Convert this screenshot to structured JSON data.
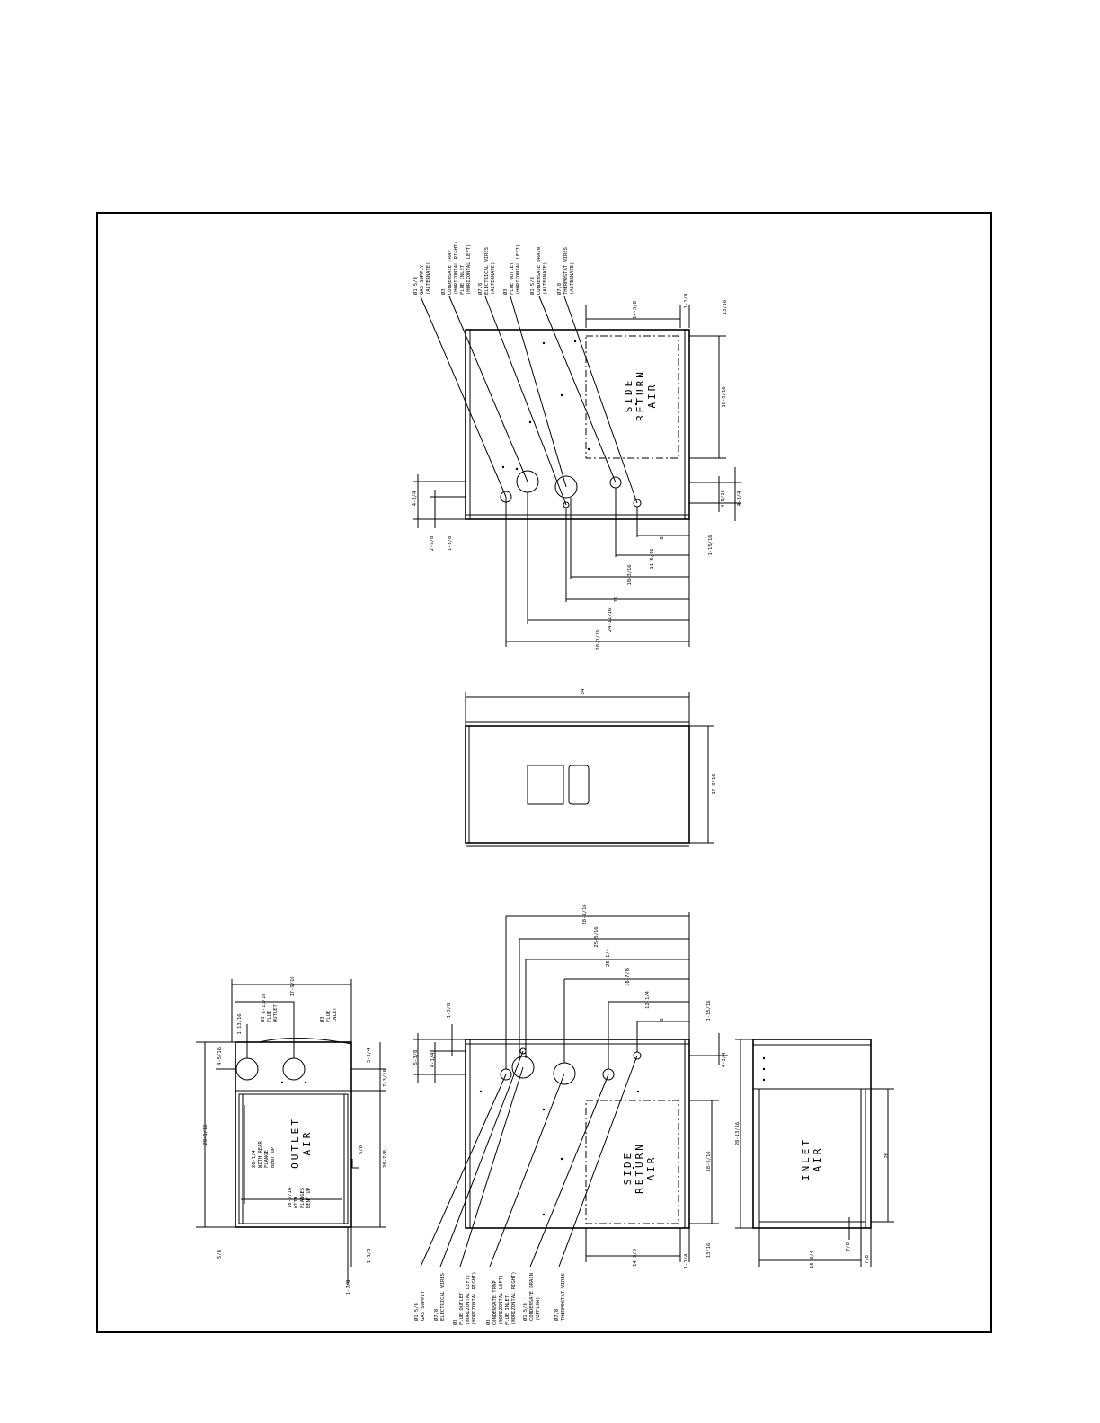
{
  "views": {
    "top_side": {
      "panel_label": [
        "SIDE",
        "RETURN",
        "AIR"
      ],
      "callouts": [
        [
          "Ø1-5/8",
          "GAS SUPPLY",
          "(ALTERNATE)"
        ],
        [
          "Ø3",
          "CONDENSATE TRAP",
          "(HORIZONTAL RIGHT)",
          "FLUE INLET",
          "(HORIZONTAL LEFT)"
        ],
        [
          "Ø7/8",
          "ELECTRICAL WIRES",
          "(ALTERNATE)"
        ],
        [
          "Ø3",
          "FLUE OUTLET",
          "(HORIZONTAL LEFT)"
        ],
        [
          "Ø1-5/8",
          "CONDENSATE DRAIN",
          "(ALTERNATE)"
        ],
        [
          "Ø7/8",
          "THERMOSTAT WIRES",
          "(ALTERNATE)"
        ]
      ],
      "dims": {
        "d1": "14-3/8",
        "d2": "1-1/4",
        "d3": "13/16",
        "d4": "18-5/16",
        "d5": "4-3/4",
        "d6": "2-5/8",
        "d7": "1-3/8",
        "d8": "4-5/16",
        "d9": "4-3/4",
        "d10": "1-15/16",
        "d11": "8",
        "d12": "11-5/16",
        "d13": "18-3/16",
        "d14": "19",
        "d15": "24-11/16",
        "d16": "28-1/16"
      }
    },
    "middle": {
      "dims": {
        "width": "34",
        "height": "17-9/16"
      }
    },
    "outlet": {
      "panel_label": [
        "OUTLET",
        "AIR"
      ],
      "callouts": [
        [
          "Ø3",
          "FLUE",
          "OUTLET"
        ],
        [
          "Ø3",
          "FLUE",
          "INLET"
        ]
      ],
      "notes": [
        [
          "20-1/4",
          "WITH REAR",
          "FLANGE",
          "BENT UP"
        ],
        [
          "18-3/16",
          "WITH",
          "FLANGES",
          "BENT UP"
        ]
      ],
      "dims": {
        "d1": "17-9/16",
        "d2": "8-13/16",
        "d3": "1-13/16",
        "d4": "4-5/16",
        "d5": "3-3/4",
        "d6": "7-3/16",
        "d7": "28-1/16",
        "d8": "20-7/8",
        "d9": "5/8",
        "d10": "5/8",
        "d11": "1-1/8",
        "d12": "1-7/8"
      }
    },
    "bottom_side": {
      "panel_label": [
        "SIDE",
        "RETURN",
        "AIR"
      ],
      "callouts": [
        [
          "Ø1-5/8",
          "GAS SUPPLY"
        ],
        [
          "Ø7/8",
          "ELECTRICAL WIRES"
        ],
        [
          "Ø3",
          "FLUE OUTLET",
          "(HORIZONTAL LEFT)",
          "(HORIZONTAL RIGHT)"
        ],
        [
          "Ø3",
          "CONDENSATE TRAP",
          "(HORIZONTAL LEFT)",
          "FLUE INLET",
          "(HORIZONTAL RIGHT)"
        ],
        [
          "Ø1-5/8",
          "CONDENSATE DRAIN",
          "(UPFLOW)"
        ],
        [
          "Ø7/8",
          "THERMOSTAT WIRES"
        ]
      ],
      "dims": {
        "d1": "28-1/16",
        "d2": "25-5/16",
        "d3": "25-1/4",
        "d4": "18-7/8",
        "d5": "12-1/4",
        "d6": "8",
        "d7": "1-15/16",
        "d8": "1-3/8",
        "d9": "5-3/8",
        "d10": "4-1/4",
        "d11": "4-3/4",
        "d12": "18-5/16",
        "d13": "14-3/8",
        "d14": "1-1/4",
        "d15": "13/16"
      }
    },
    "inlet": {
      "panel_label": [
        "INLET",
        "AIR"
      ],
      "dims": {
        "d1": "28-13/16",
        "d2": "20",
        "d3": "7/8",
        "d4": "15-3/4",
        "d5": "7/8"
      }
    }
  }
}
